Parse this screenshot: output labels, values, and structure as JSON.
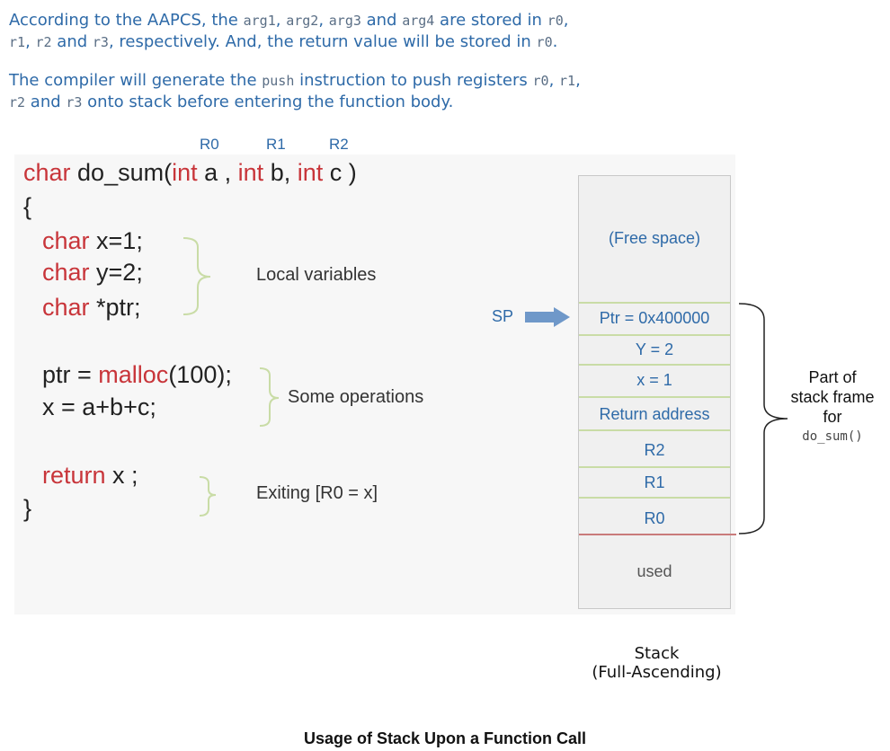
{
  "intro": {
    "p1": {
      "t1": "According to the AAPCS, the ",
      "arg1": "arg1",
      "c1": ", ",
      "arg2": "arg2",
      "c2": ", ",
      "arg3": "arg3",
      "t2": " and ",
      "arg4": "arg4",
      "t3": " are stored in ",
      "r0": "r0",
      "c3": ",",
      "r1": "r1",
      "c4": ", ",
      "r2": "r2",
      "t4": " and ",
      "r3": "r3",
      "t5": ", respectively. And, the return value will be stored in ",
      "r0b": "r0",
      "t6": "."
    },
    "p2": {
      "t1": "The compiler will generate the ",
      "push": "push",
      "t2": " instruction to push registers ",
      "r0": "r0",
      "c1": ", ",
      "r1": "r1",
      "c2": ",",
      "r2": "r2",
      "t3": " and ",
      "r3": "r3",
      "t4": "  onto stack before entering the function body."
    }
  },
  "register_headers": [
    "R0",
    "R1",
    "R2"
  ],
  "code": {
    "signature": {
      "ret_type": "char",
      "name": " do_sum(",
      "t1": "int",
      "a": " a , ",
      "t2": "int",
      "b": " b, ",
      "t3": "int",
      "c": " c )"
    },
    "open_brace": "{",
    "line_x": {
      "kw": "char",
      "rest": " x=1;"
    },
    "line_y": {
      "kw": "char",
      "rest": " y=2;"
    },
    "line_ptr": {
      "kw": "char",
      "rest": " *ptr;"
    },
    "line_malloc": {
      "lhs": "ptr = ",
      "fn": "malloc",
      "rest": "(100);"
    },
    "line_sum": "x = a+b+c;",
    "line_return": {
      "kw": "return",
      "rest": " x ;"
    },
    "close_brace": "}"
  },
  "notes": {
    "local_vars": "Local variables",
    "some_ops": "Some operations",
    "exiting": "Exiting [R0 = x]"
  },
  "stack": {
    "free_space": "(Free space)",
    "cells": [
      "Ptr = 0x400000",
      "Y = 2",
      "x = 1",
      "Return address",
      "R2",
      "R1",
      "R0"
    ],
    "used": "used",
    "sp_label": "SP",
    "frame_note": {
      "l1": "Part of",
      "l2": "stack frame",
      "l3": "for",
      "fn": "do_sum()"
    },
    "caption": {
      "l1": "Stack",
      "l2": "(Full-Ascending)"
    }
  },
  "caption": "Usage of Stack Upon a Function Call",
  "colors": {
    "text_blue": "#2e6aa8",
    "keyword_red": "#c8353a",
    "brace_green": "#c9dca6",
    "arrow_blue": "#6f98c9"
  }
}
